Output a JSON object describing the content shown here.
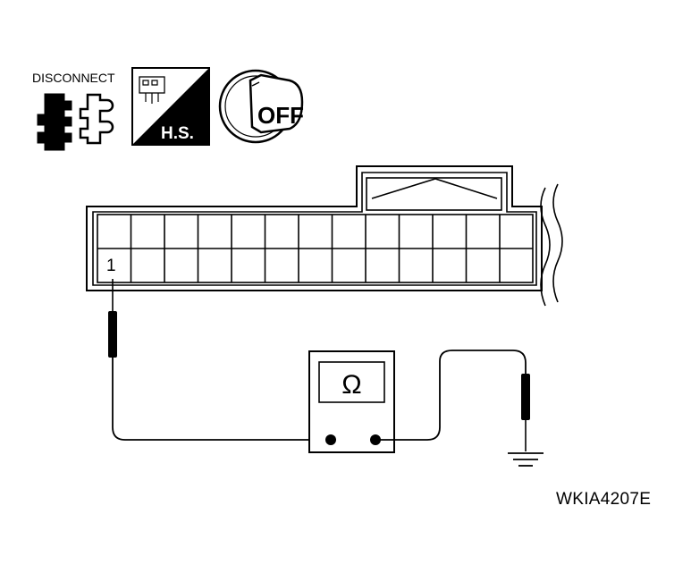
{
  "icons": {
    "disconnect_label": "DISCONNECT",
    "hs_label": "H.S.",
    "off_label": "OFF"
  },
  "connector": {
    "terminal_label": "1"
  },
  "meter": {
    "symbol": "Ω"
  },
  "figure_code": "WKIA4207E"
}
